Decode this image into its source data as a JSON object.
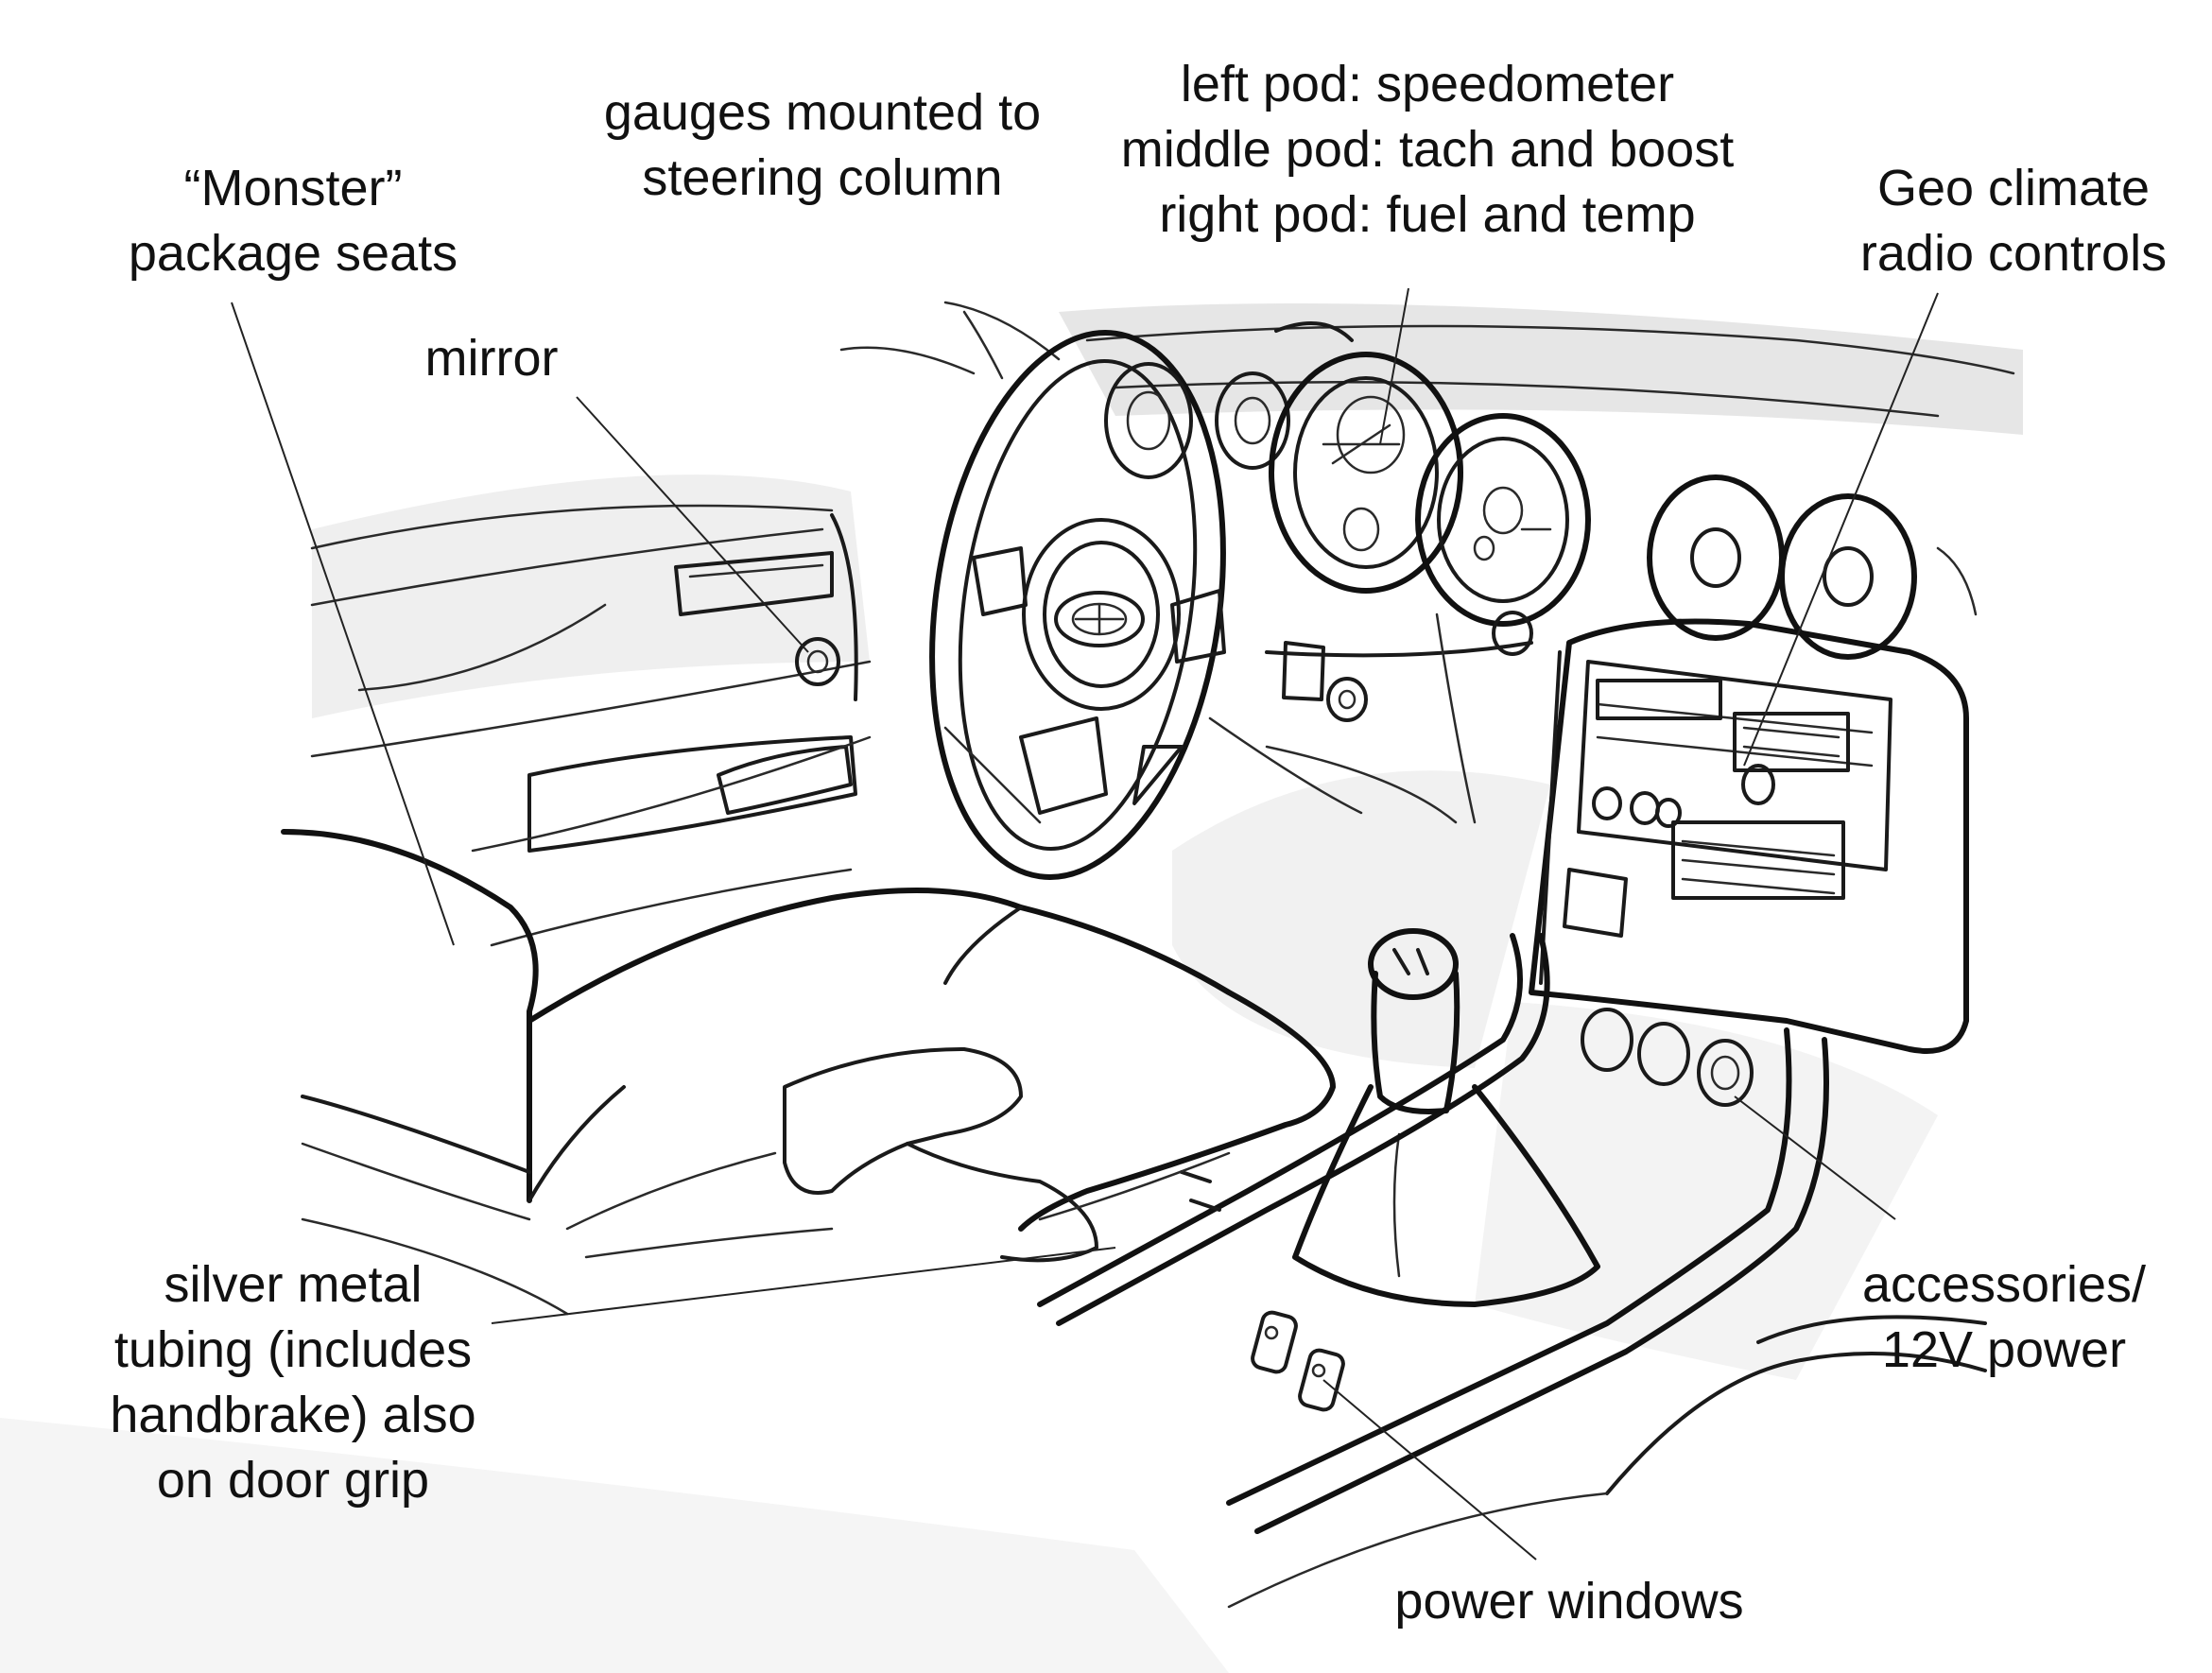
{
  "labels": {
    "seats": {
      "lines": [
        "“Monster”",
        "package seats"
      ]
    },
    "gauges_column": {
      "lines": [
        "gauges mounted to",
        "steering column"
      ]
    },
    "pods": {
      "lines": [
        "left pod: speedometer",
        "middle pod: tach and boost",
        "right pod: fuel and temp"
      ]
    },
    "radio": {
      "lines": [
        "Geo climate",
        "radio controls"
      ]
    },
    "mirror": {
      "lines": [
        "mirror"
      ]
    },
    "tubing": {
      "lines": [
        "silver metal",
        "tubing (includes",
        "handbrake) also",
        "on door grip"
      ]
    },
    "accessories": {
      "lines": [
        "accessories/",
        "12V power"
      ]
    },
    "windows": {
      "lines": [
        "power windows"
      ]
    }
  },
  "colors": {
    "ink": "#1a1a1a",
    "shade": "#d9d9d9",
    "paper": "#ffffff"
  }
}
